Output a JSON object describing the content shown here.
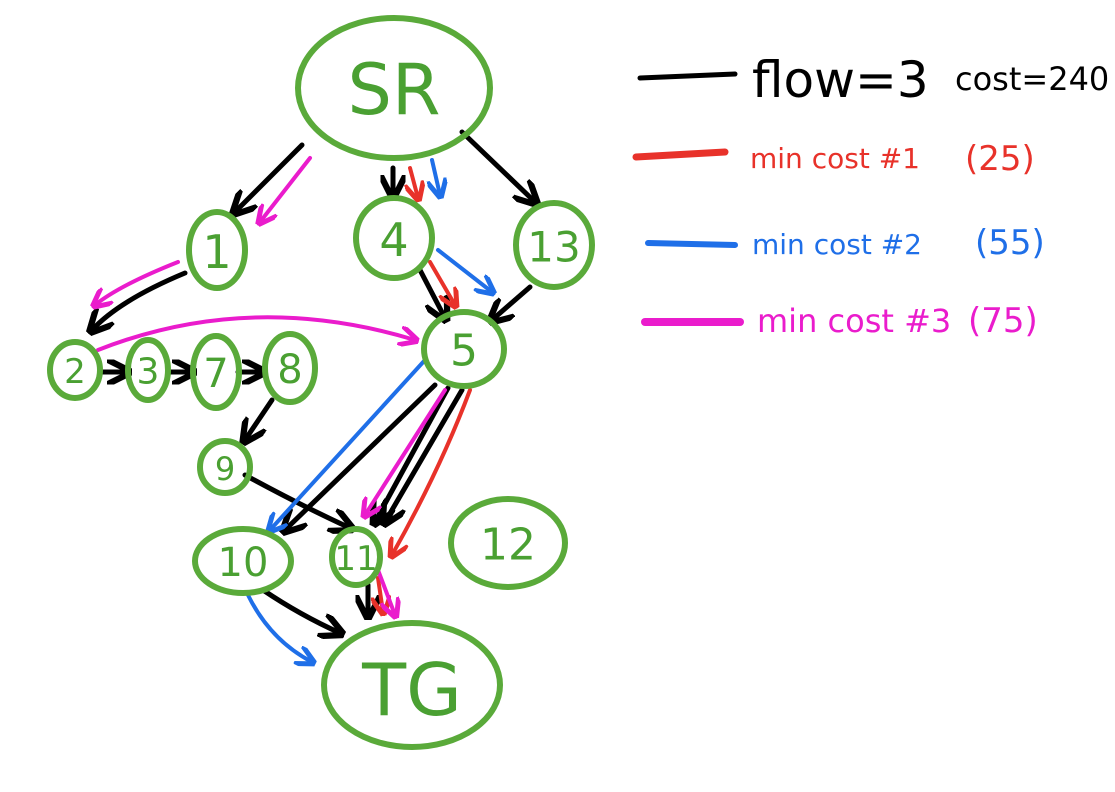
{
  "colors": {
    "node": "#5aaa3a",
    "flow": "#000000",
    "path1": "#e8322a",
    "path2": "#1f6fe8",
    "path3": "#ea1ccc"
  },
  "nodes": {
    "SR": "SR",
    "n1": "1",
    "n4": "4",
    "n13": "13",
    "n2": "2",
    "n3": "3",
    "n7": "7",
    "n8": "8",
    "n5": "5",
    "n9": "9",
    "n10": "10",
    "n11": "11",
    "n12": "12",
    "TG": "TG"
  },
  "legend": {
    "flow": "flow=3",
    "cost": "cost=240",
    "path1_label": "min cost #1",
    "path1_value": "(25)",
    "path2_label": "min cost #2",
    "path2_value": "(55)",
    "path3_label": "min cost #3",
    "path3_value": "(75)"
  }
}
